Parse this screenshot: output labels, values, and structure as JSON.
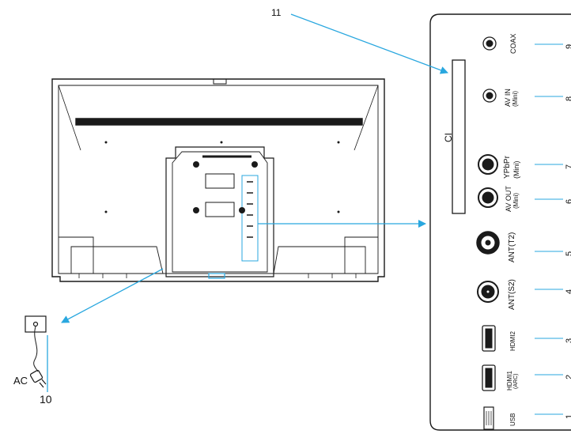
{
  "callouts": {
    "ci_slot": "11",
    "power_cord": "10",
    "ac": "AC"
  },
  "panel": {
    "ci_label": "CI",
    "ports": [
      {
        "id": "coax",
        "label": "COAX",
        "sub": "",
        "number": "9"
      },
      {
        "id": "av-in",
        "label": "AV IN",
        "sub": "(Mini)",
        "number": "8"
      },
      {
        "id": "ypbpr",
        "label": "YPbPr",
        "sub": "(Mini)",
        "number": "7"
      },
      {
        "id": "av-out",
        "label": "AV OUT",
        "sub": "(Mini)",
        "number": "6"
      },
      {
        "id": "ant-t2",
        "label": "ANT(T2)",
        "sub": "",
        "number": "5"
      },
      {
        "id": "ant-s2",
        "label": "ANT(S2)",
        "sub": "",
        "number": "4"
      },
      {
        "id": "hdmi2",
        "label": "HDMI2",
        "sub": "",
        "number": "3"
      },
      {
        "id": "hdmi1",
        "label": "HDMI1",
        "sub": "(ARC)",
        "number": "2"
      },
      {
        "id": "usb",
        "label": "USB",
        "sub": "",
        "number": "1"
      }
    ]
  },
  "colors": {
    "arrow": "#29a7df",
    "line": "#1a1a1a"
  }
}
